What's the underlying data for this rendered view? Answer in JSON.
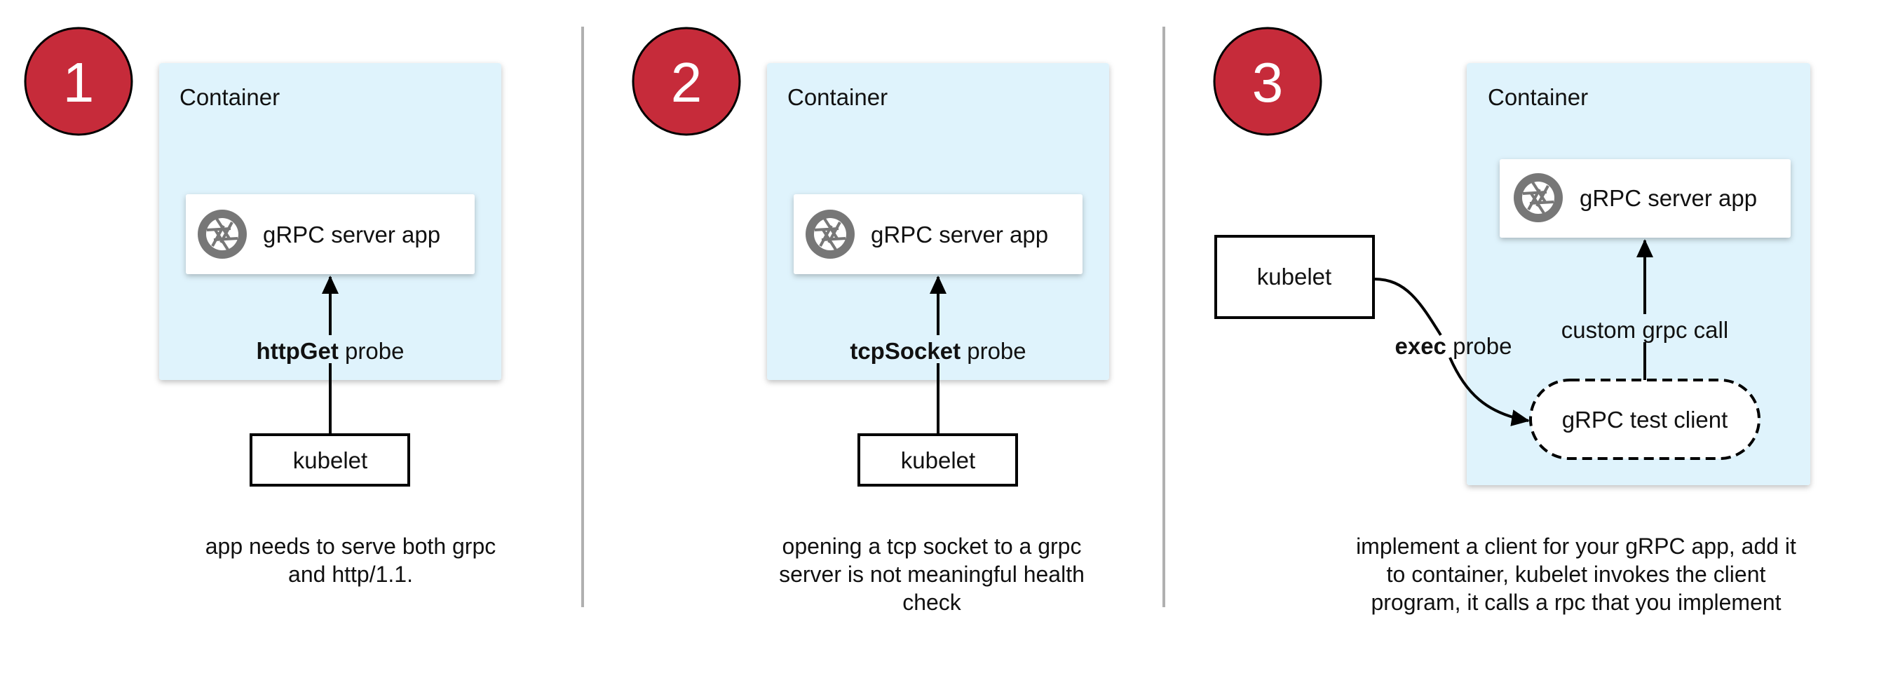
{
  "colors": {
    "badge": "#c62b3a",
    "container": "#dff3fc",
    "divider": "#b0b0b0",
    "icon": "#777777"
  },
  "panels": [
    {
      "number": "1",
      "container_label": "Container",
      "server_label": "gRPC server app",
      "probe_bold": "httpGet",
      "probe_rest": " probe",
      "kubelet_label": "kubelet",
      "caption": [
        "app needs to serve both grpc",
        "and http/1.1."
      ]
    },
    {
      "number": "2",
      "container_label": "Container",
      "server_label": "gRPC server app",
      "probe_bold": "tcpSocket",
      "probe_rest": " probe",
      "kubelet_label": "kubelet",
      "caption": [
        "opening a tcp socket to a grpc",
        "server is not meaningful health",
        "check"
      ]
    },
    {
      "number": "3",
      "container_label": "Container",
      "server_label": "gRPC server app",
      "probe_bold": "exec",
      "probe_rest": " probe",
      "kubelet_label": "kubelet",
      "call_label": "custom grpc call",
      "client_label": "gRPC test client",
      "caption": [
        "implement a client for your gRPC app, add it",
        "to container, kubelet invokes the client",
        "program, it calls a rpc that you implement"
      ]
    }
  ]
}
